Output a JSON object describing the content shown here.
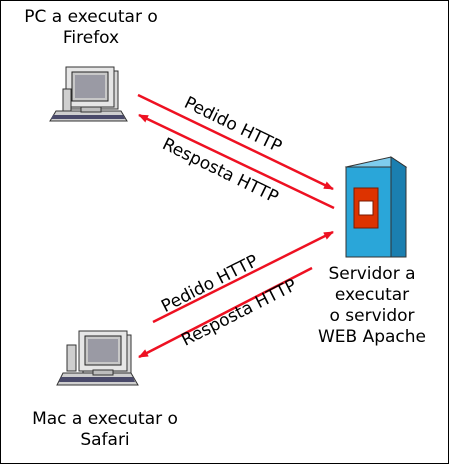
{
  "nodes": {
    "pc": {
      "line1": "PC a executar o",
      "line2": "Firefox"
    },
    "mac": {
      "line1": "Mac a executar o",
      "line2": "Safari"
    },
    "server": {
      "line1": "Servidor a",
      "line2": "executar",
      "line3": "o servidor",
      "line4": "WEB Apache"
    }
  },
  "edges": {
    "pc_request": "Pedido HTTP",
    "pc_response": "Resposta HTTP",
    "mac_request": "Pedido HTTP",
    "mac_response": "Resposta HTTP"
  },
  "colors": {
    "arrow": "#ee1122",
    "server_body": "#2aa6d9",
    "server_panel": "#dd3300",
    "computer_shade": "#4a4a6a"
  },
  "icons": {
    "pc": "desktop-computer-icon",
    "mac": "desktop-computer-icon",
    "server": "server-tower-icon"
  }
}
